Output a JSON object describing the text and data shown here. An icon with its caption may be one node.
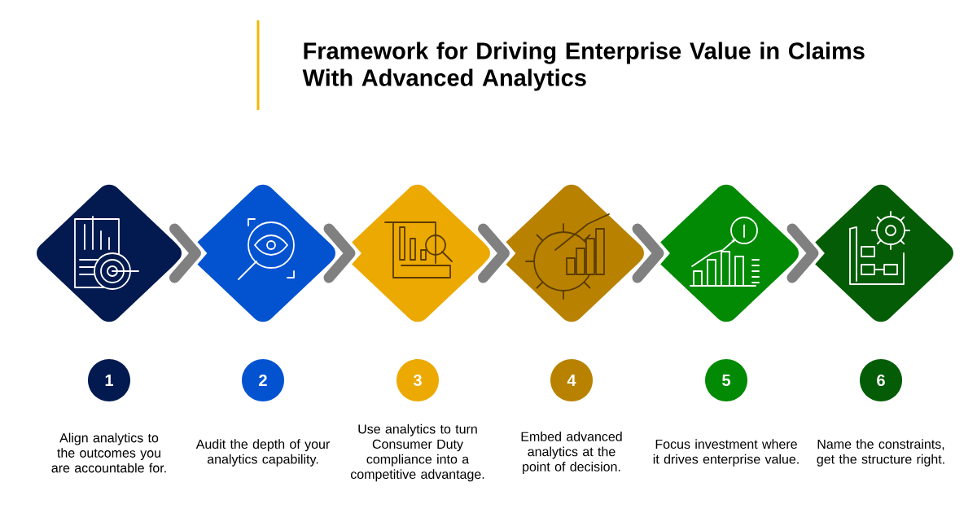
{
  "diagram": {
    "title": "Framework for Driving Enterprise Value in Claims With Advanced Analytics",
    "nodes": [
      {
        "text": [],
        "shape": "diamond"
      },
      {
        "text": [],
        "shape": "diamond"
      },
      {
        "text": [],
        "shape": "diamond"
      },
      {
        "text": [],
        "shape": "diamond"
      },
      {
        "text": [],
        "shape": "diamond"
      },
      {
        "text": [],
        "shape": "diamond"
      },
      {
        "text": [
          "1"
        ],
        "beside": [
          "Align analytics to the outcomes you are accountable for."
        ]
      },
      {
        "text": [
          "2"
        ],
        "beside": [
          "Audit the depth of your analytics capability."
        ]
      },
      {
        "text": [
          "3"
        ],
        "beside": [
          "Use analytics to turn Consumer Duty compliance into a competitive advantage."
        ]
      },
      {
        "text": [
          "4"
        ],
        "beside": [
          "Embed advanced analytics at the point of decision."
        ]
      },
      {
        "text": [
          "5"
        ],
        "beside": [
          "Focus investment where it drives enterprise value."
        ]
      },
      {
        "text": [
          "6"
        ],
        "beside": [
          "Name the constraints, get the structure right."
        ]
      }
    ],
    "edges": [
      {
        "from": 0,
        "to": 1,
        "arrow": "to"
      },
      {
        "from": 1,
        "to": 2,
        "arrow": "to"
      },
      {
        "from": 2,
        "to": 3,
        "arrow": "to"
      },
      {
        "from": 3,
        "to": 4,
        "arrow": "to"
      },
      {
        "from": 4,
        "to": 5,
        "arrow": "to"
      }
    ]
  }
}
